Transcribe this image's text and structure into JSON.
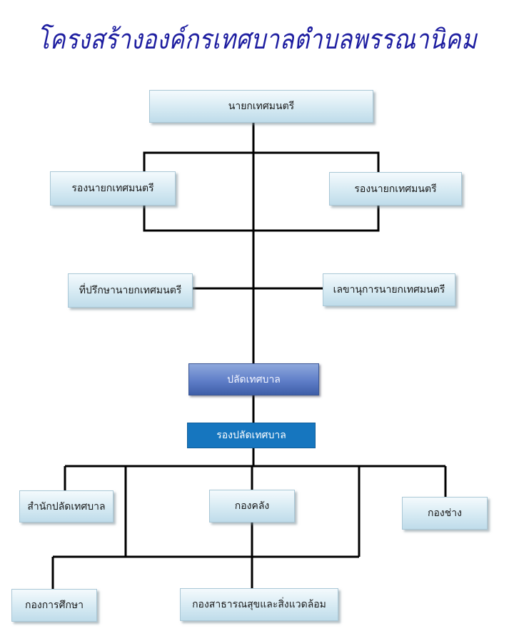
{
  "title": "โครงสร้างองค์กรเทศบาลตำบลพรรณานิคม",
  "nodes": {
    "mayor": "นายกเทศมนตรี",
    "deputy_mayor_left": "รองนายกเทศมนตรี",
    "deputy_mayor_right": "รองนายกเทศมนตรี",
    "advisor": "ที่ปรึกษานายกเทศมนตรี",
    "secretary": "เลขานุการนายกเทศมนตรี",
    "municipal_clerk": "ปลัดเทศบาล",
    "deputy_clerk": "รองปลัดเทศบาล",
    "clerk_office": "สำนักปลัดเทศบาล",
    "finance_division": "กองคลัง",
    "engineering_division": "กองช่าง",
    "education_division": "กองการศึกษา",
    "health_environment_division": "กองสาธารณสุขและสิ่งแวดล้อม"
  },
  "colors": {
    "title": "#1d1da0",
    "box_light": "#d6eaf3",
    "box_dark": "#5f7ec8",
    "box_solid": "#1676bf",
    "connector": "#000000"
  }
}
